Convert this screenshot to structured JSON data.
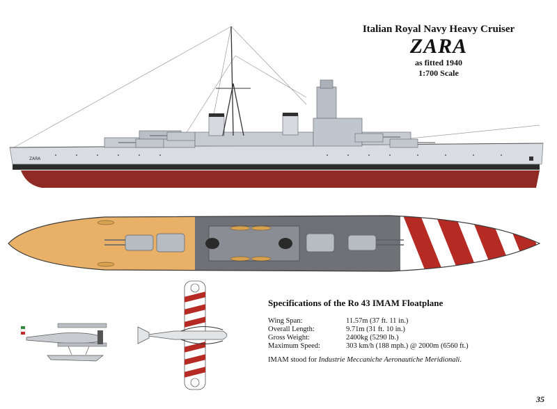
{
  "header": {
    "subtitle": "Italian Royal Navy Heavy Cruiser",
    "ship_name": "ZARA",
    "fitted": "as fitted 1940",
    "scale": "1:700 Scale"
  },
  "hull_marking": "ZARA",
  "specifications": {
    "title": "Specifications of the Ro 43 IMAM Floatplane",
    "rows": [
      {
        "label": "Wing Span:",
        "value": "11.57m (37 ft. 11 in.)"
      },
      {
        "label": "Overall Length:",
        "value": "9.71m (31 ft. 10 in.)"
      },
      {
        "label": "Gross Weight:",
        "value": "2400kg (5290 lb.)"
      },
      {
        "label": "Maximum Speed:",
        "value": "303 km/h (188 mph.) @ 2000m (6560 ft.)"
      }
    ],
    "note_prefix": "IMAM stood for ",
    "note_italic": "Industrie Meccaniche Aeronautiche Meridionali",
    "note_suffix": "."
  },
  "page_number": "35",
  "colors": {
    "hull_grey": "#d9dde2",
    "hull_red": "#8f2a24",
    "deck_tan": "#e9b068",
    "deck_grey": "#6f7176",
    "stripe_red": "#b52a22"
  }
}
